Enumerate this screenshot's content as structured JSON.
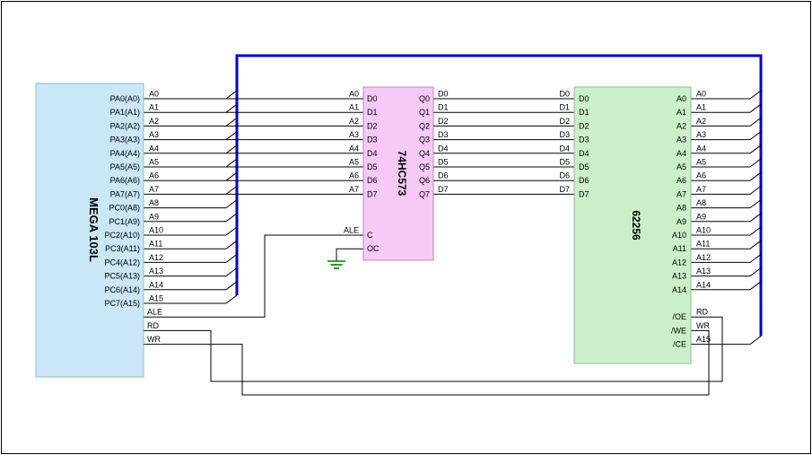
{
  "figure": {
    "mega": {
      "title": "MEGA 103L",
      "pins": [
        "PA0(A0)",
        "PA1(A1)",
        "PA2(A2)",
        "PA3(A3)",
        "PA4(A4)",
        "PA5(A5)",
        "PA6(A6)",
        "PA7(A7)",
        "PC0(A8)",
        "PC1(A9)",
        "PC2(A10)",
        "PC3(A11)",
        "PC4(A12)",
        "PC5(A13)",
        "PC6(A14)",
        "PC7(A15)"
      ]
    },
    "latch": {
      "title": "74HC573",
      "left_pins": [
        "D0",
        "D1",
        "D2",
        "D3",
        "D4",
        "D5",
        "D6",
        "D7"
      ],
      "ctrl_pins": [
        "C",
        "OC"
      ],
      "right_pins": [
        "Q0",
        "Q1",
        "Q2",
        "Q3",
        "Q4",
        "Q5",
        "Q6",
        "Q7"
      ]
    },
    "sram": {
      "title": "62256",
      "left_pins": [
        "D0",
        "D1",
        "D2",
        "D3",
        "D4",
        "D5",
        "D6",
        "D7"
      ],
      "right_pins": [
        "A0",
        "A1",
        "A2",
        "A3",
        "A4",
        "A5",
        "A6",
        "A7",
        "A8",
        "A9",
        "A10",
        "A11",
        "A12",
        "A13",
        "A14"
      ],
      "ctrl_pins": [
        "/OE",
        "/WE",
        "/CE"
      ]
    },
    "nets": {
      "address": [
        "A0",
        "A1",
        "A2",
        "A3",
        "A4",
        "A5",
        "A6",
        "A7",
        "A8",
        "A9",
        "A10",
        "A11",
        "A12",
        "A13",
        "A14",
        "A15"
      ],
      "mega_ctrl": [
        "ALE",
        "RD",
        "WR"
      ],
      "latch_in": [
        "A0",
        "A1",
        "A2",
        "A3",
        "A4",
        "A5",
        "A6",
        "A7"
      ],
      "latch_ale": "ALE",
      "data": [
        "D0",
        "D1",
        "D2",
        "D3",
        "D4",
        "D5",
        "D6",
        "D7"
      ],
      "sram_ctrl": [
        "RD",
        "WR",
        "A15"
      ]
    },
    "colors": {
      "wire": "#000000",
      "bus": "#0000D0",
      "ground": "#007700",
      "mega_fill": "#C9E7F6",
      "mega_border": "#8FB8CE",
      "latch_fill": "#F6C9F6",
      "latch_border": "#C484C4",
      "sram_fill": "#CBF0C9",
      "sram_border": "#84C284"
    }
  }
}
